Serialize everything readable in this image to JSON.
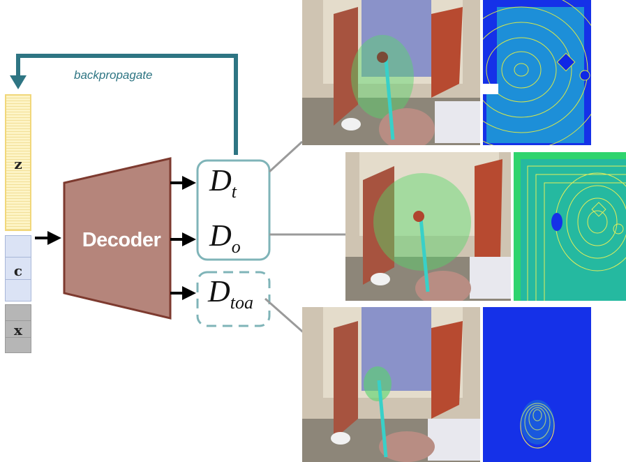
{
  "latent_vectors": {
    "z_label": "z",
    "c_label": "c",
    "x_label": "x"
  },
  "decoder": {
    "label": "Decoder",
    "fill_color": "#b5857b",
    "stroke_color": "#7d3a2f"
  },
  "feedback": {
    "label": "backpropagate",
    "color": "#2e7583"
  },
  "outputs": [
    {
      "symbol": "D",
      "subscript": "t"
    },
    {
      "symbol": "D",
      "subscript": "o"
    },
    {
      "symbol": "D",
      "subscript": "toa"
    }
  ],
  "colors": {
    "box_border": "#7fb4b8",
    "connector": "#9a9a9a",
    "arrow": "#000000"
  },
  "panels": [
    {
      "scene": "kitchen-reach-target-render",
      "map": "distance-field-map-1"
    },
    {
      "scene": "kitchen-reach-obstacle-render",
      "map": "distance-field-map-2"
    },
    {
      "scene": "kitchen-reach-toa-render",
      "map": "distance-field-map-3"
    }
  ]
}
